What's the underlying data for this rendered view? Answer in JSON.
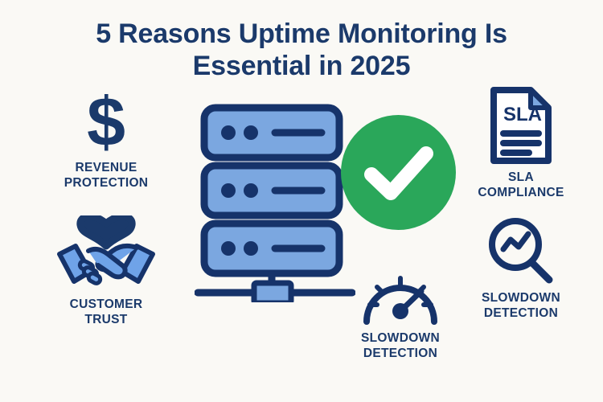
{
  "meta": {
    "background_color": "#faf9f5",
    "navy": "#1b3a6b",
    "light_blue": "#7ba7e0",
    "green": "#2aa75a",
    "white": "#ffffff"
  },
  "header": {
    "title": "5 Reasons Uptime Monitoring Is\nEssential in 2025"
  },
  "features": [
    {
      "id": "revenue-protection",
      "icon": "dollar-sign-icon",
      "glyph": "$",
      "caption": "REVENUE\nPROTECTION"
    },
    {
      "id": "customer-trust",
      "icon": "handshake-heart-icon",
      "caption": "CUSTOMER\nTRUST"
    },
    {
      "id": "sla-compliance",
      "icon": "sla-document-icon",
      "doc_label": "SLA",
      "caption": "SLA\nCOMPLIANCE"
    },
    {
      "id": "slowdown-detection-magnifier",
      "icon": "magnifier-chart-icon",
      "caption": "SLOWDOWN\nDETECTION"
    },
    {
      "id": "slowdown-detection-gauge",
      "icon": "speedometer-gauge-icon",
      "caption": "SLOWDOWN\nDETECTION"
    }
  ],
  "center": {
    "server": {
      "icon": "server-rack-icon",
      "unit_count": 3,
      "dots_per_unit": 2
    },
    "status": {
      "icon": "check-circle-icon",
      "state": "ok",
      "color": "#2aa75a"
    }
  }
}
